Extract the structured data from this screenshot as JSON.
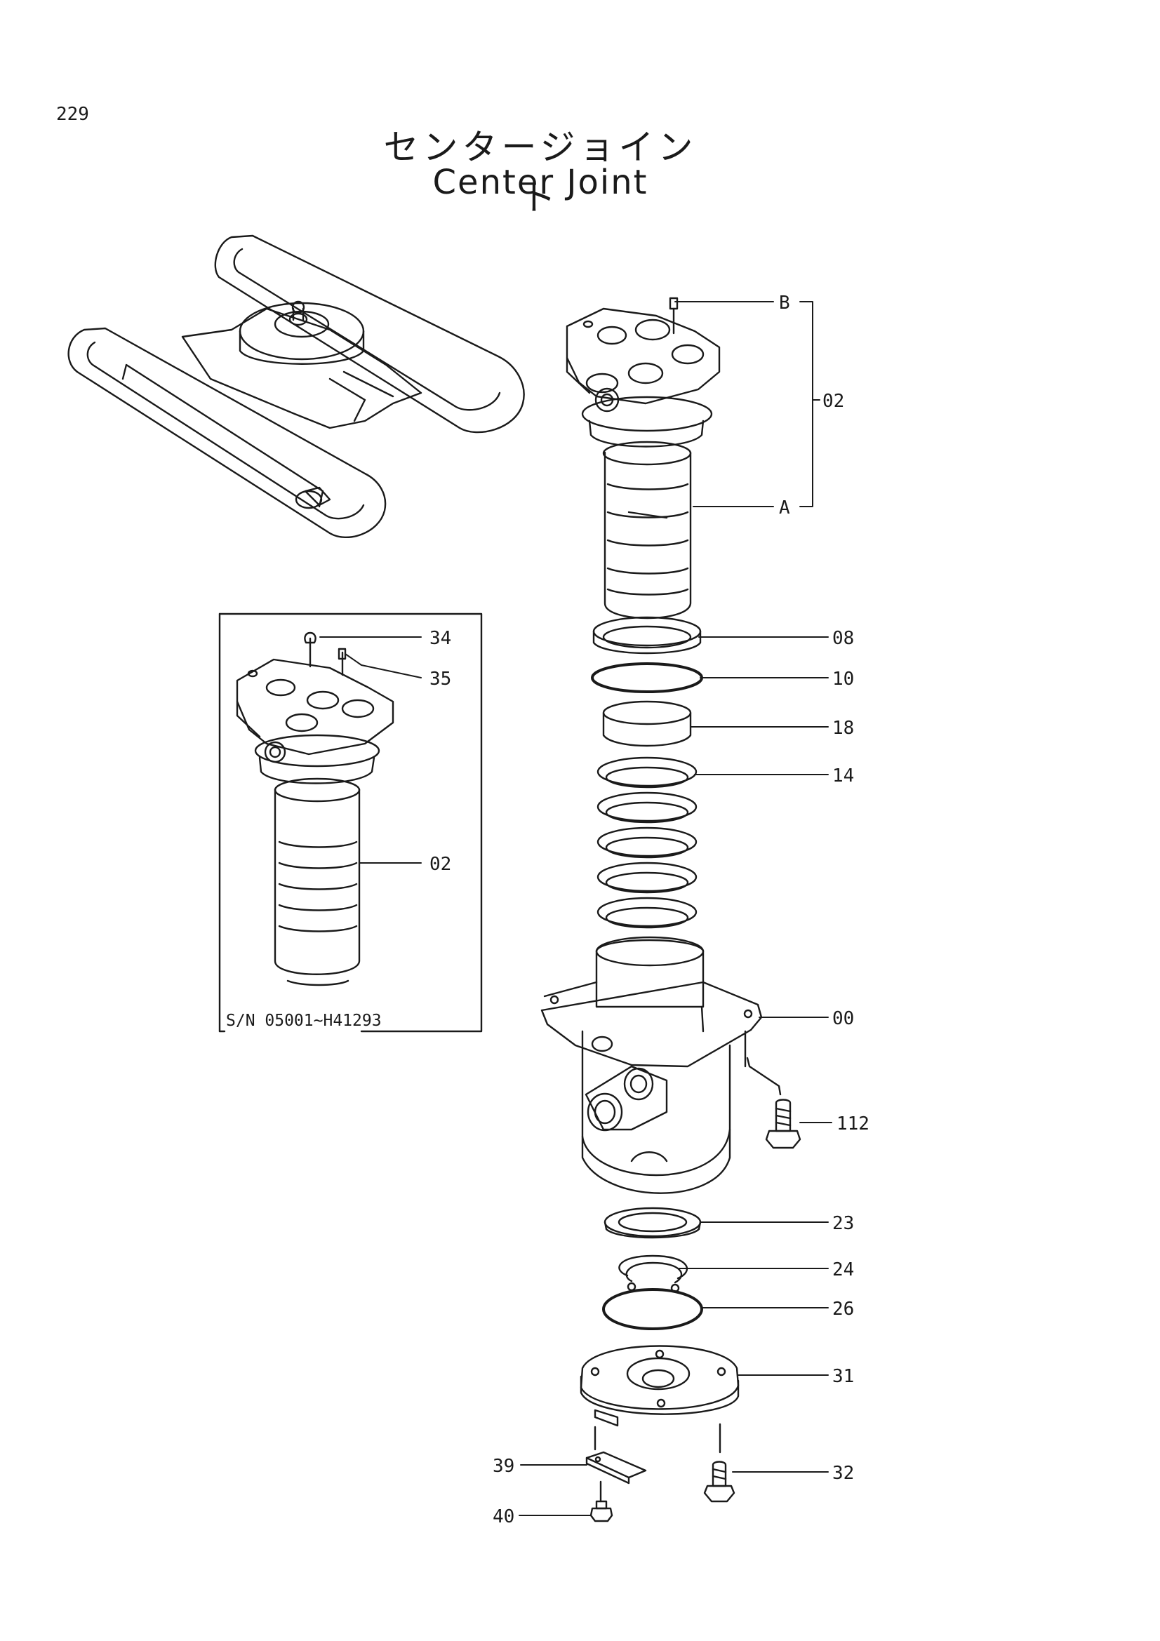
{
  "page_number": "229",
  "title_jp": "センタージョイント",
  "title_en": "Center Joint",
  "callouts": {
    "b": "B",
    "a": "A",
    "main_02": "02",
    "p08": "08",
    "p10": "10",
    "p18": "18",
    "p14": "14",
    "p00": "00",
    "p112": "112",
    "p23": "23",
    "p24": "24",
    "p26": "26",
    "p31": "31",
    "p32": "32",
    "p39": "39",
    "p40": "40",
    "inset_34": "34",
    "inset_35": "35",
    "inset_02": "02"
  },
  "inset_serial": "S/N  05001~H41293"
}
